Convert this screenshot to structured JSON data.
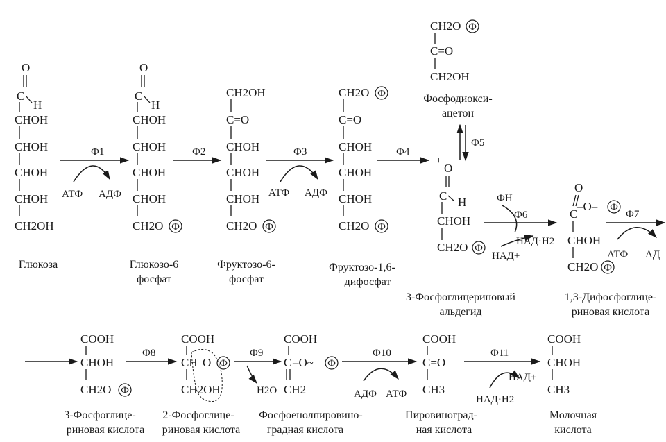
{
  "symbols": {
    "phos": "Ф",
    "plus": "+",
    "tilde": "~"
  },
  "compounds": {
    "glucose": {
      "o": "O",
      "c": "C",
      "h": "H",
      "r1": "CHOH",
      "r2": "CHOH",
      "r3": "CHOH",
      "r4": "CHOH",
      "r5": "CH2OH",
      "caption": [
        "Глюкоза"
      ]
    },
    "g6p": {
      "o": "O",
      "c": "C",
      "h": "H",
      "r1": "CHOH",
      "r2": "CHOH",
      "r3": "CHOH",
      "r4": "CHOH",
      "r5": "CH2O",
      "caption": [
        "Глюкозо-6",
        "фосфат"
      ]
    },
    "f6p": {
      "r0": "CH2OH",
      "r1": "C=O",
      "r2": "CHOH",
      "r3": "CHOH",
      "r4": "CHOH",
      "r5": "CH2O",
      "caption": [
        "Фруктозо-6-",
        "фосфат"
      ]
    },
    "f16bp": {
      "r0": "CH2O",
      "r1": "C=O",
      "r2": "CHOH",
      "r3": "CHOH",
      "r4": "CHOH",
      "r5": "CH2O",
      "caption": [
        "Фруктозо-1,6-",
        "дифосфат"
      ]
    },
    "dhap": {
      "r0": "CH2O",
      "r1": "C=O",
      "r2": "CH2OH",
      "caption": [
        "Фосфодиокси-",
        "ацетон"
      ]
    },
    "g3p": {
      "o": "O",
      "c": "C",
      "h": "H",
      "r1": "CHOH",
      "r2": "CH2O",
      "caption": [
        "3-Фосфоглицериновый",
        "альдегид"
      ]
    },
    "bpg": {
      "o": "O",
      "r0": "C",
      "ester": "–O–",
      "r1": "CHOH",
      "r2": "CH2O",
      "caption": [
        "1,3-Дифосфоглице-",
        "риновая кислота"
      ]
    },
    "pg3": {
      "r0": "COOH",
      "r1": "CHOH",
      "r2": "CH2O",
      "caption": [
        "3-Фосфоглице-",
        "риновая кислота"
      ]
    },
    "pg2": {
      "r0": "COOH",
      "ch": "CH",
      "o": "O",
      "r2": "CH2OH",
      "caption": [
        "2-Фосфоглице-",
        "риновая кислота"
      ]
    },
    "pep": {
      "r0": "COOH",
      "c": "C",
      "o": "–O~",
      "r2": "CH2",
      "caption": [
        "Фосфоенолпировино-",
        "градная кислота"
      ]
    },
    "pyr": {
      "r0": "COOH",
      "r1": "C=O",
      "r2": "CH3",
      "caption": [
        "Пировиноград-",
        "ная кислота"
      ]
    },
    "lac": {
      "r0": "COOH",
      "r1": "CHOH",
      "r2": "CH3",
      "caption": [
        "Молочная",
        "кислота"
      ]
    }
  },
  "enzymes": [
    "Ф1",
    "Ф2",
    "Ф3",
    "Ф4",
    "Ф5",
    "Ф6",
    "Ф7",
    "Ф8",
    "Ф9",
    "Ф10",
    "Ф11"
  ],
  "cofactors": {
    "atp": "АТФ",
    "adp": "АДФ",
    "adp_cut": "АД",
    "fn": "ФН",
    "nad": "НАД+",
    "nadh2": "НАД·Н2",
    "h2o": "H2O"
  }
}
